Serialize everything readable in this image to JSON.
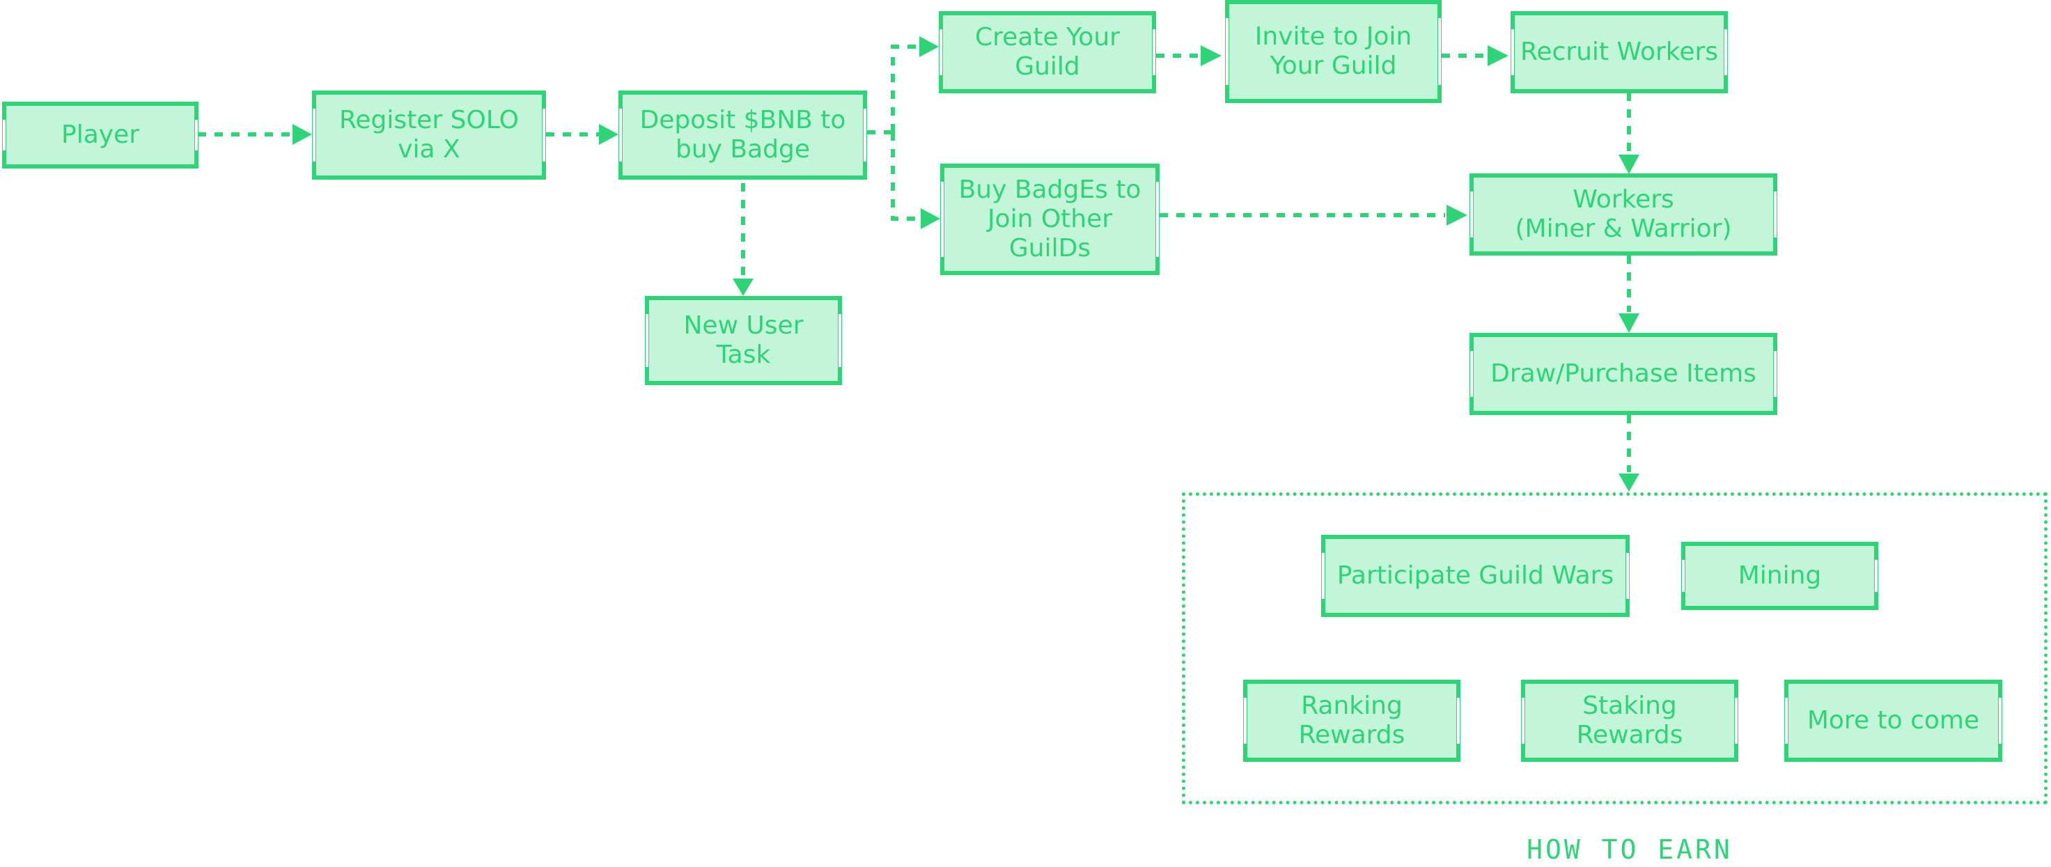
{
  "colors": {
    "stroke": "#2ed477",
    "fill": "#c3f5d8",
    "text": "#2ed477"
  },
  "nodes": {
    "player": "Player",
    "register": "Register SOLO\nvia X",
    "deposit": "Deposit $BNB to\nbuy Badge",
    "new_user_task": "New User\nTask",
    "create_guild": "Create Your\nGuild",
    "invite": "Invite to Join\nYour Guild",
    "recruit": "Recruit Workers",
    "buy_badges": "Buy BadgEs to\nJoin Other\nGuilDs",
    "workers": "Workers\n(Miner & Warrior)",
    "draw_purchase": "Draw/Purchase Items",
    "guild_wars": "Participate Guild Wars",
    "mining": "Mining",
    "ranking": "Ranking\nRewards",
    "staking": "Staking\nRewards",
    "more": "More to come"
  },
  "earn_section": {
    "label": "HOW TO EARN"
  }
}
